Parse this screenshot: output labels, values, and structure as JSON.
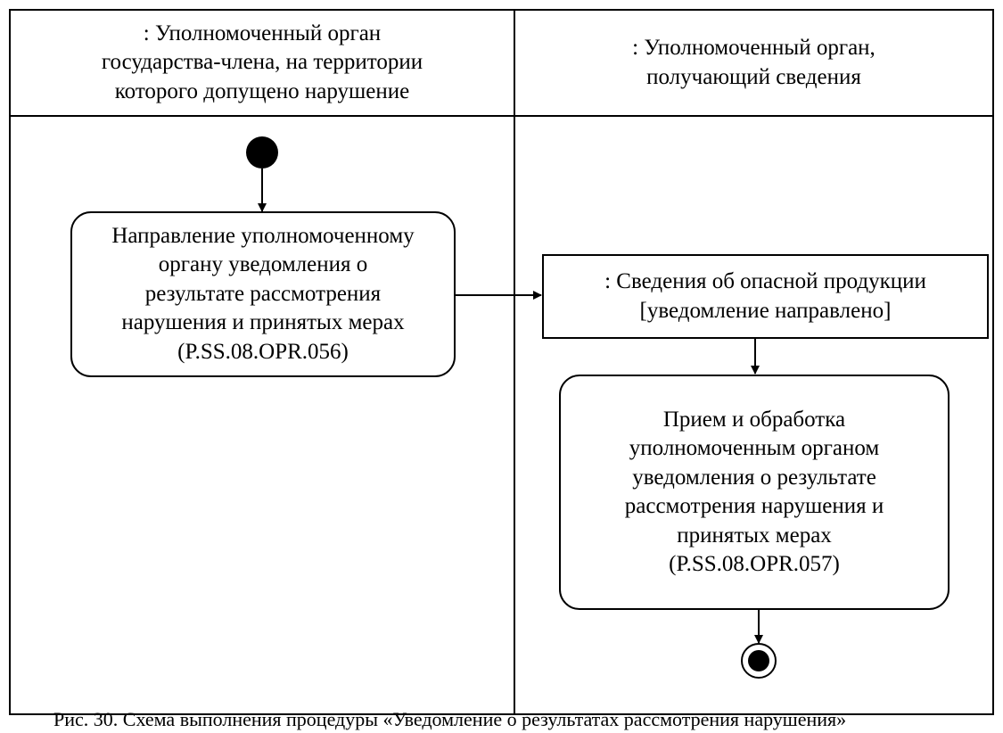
{
  "lanes": [
    {
      "header_lines": [
        ": Уполномоченный орган",
        "государства-члена, на территории",
        "которого допущено нарушение"
      ]
    },
    {
      "header_lines": [
        ": Уполномоченный орган,",
        "получающий сведения"
      ]
    }
  ],
  "actions": [
    {
      "lines": [
        "Направление уполномоченному",
        "органу уведомления о",
        "результате рассмотрения",
        "нарушения и принятых мерах",
        "(P.SS.08.OPR.056)"
      ]
    },
    {
      "lines": [
        "Прием и обработка",
        "уполномоченным органом",
        "уведомления о результате",
        "рассмотрения нарушения и",
        "принятых мерах",
        "(P.SS.08.OPR.057)"
      ]
    }
  ],
  "object_node": {
    "lines": [
      ": Сведения об опасной продукции",
      "[уведомление направлено]"
    ]
  },
  "caption": "Рис. 30. Схема выполнения процедуры «Уведомление о результатах рассмотрения нарушения»"
}
